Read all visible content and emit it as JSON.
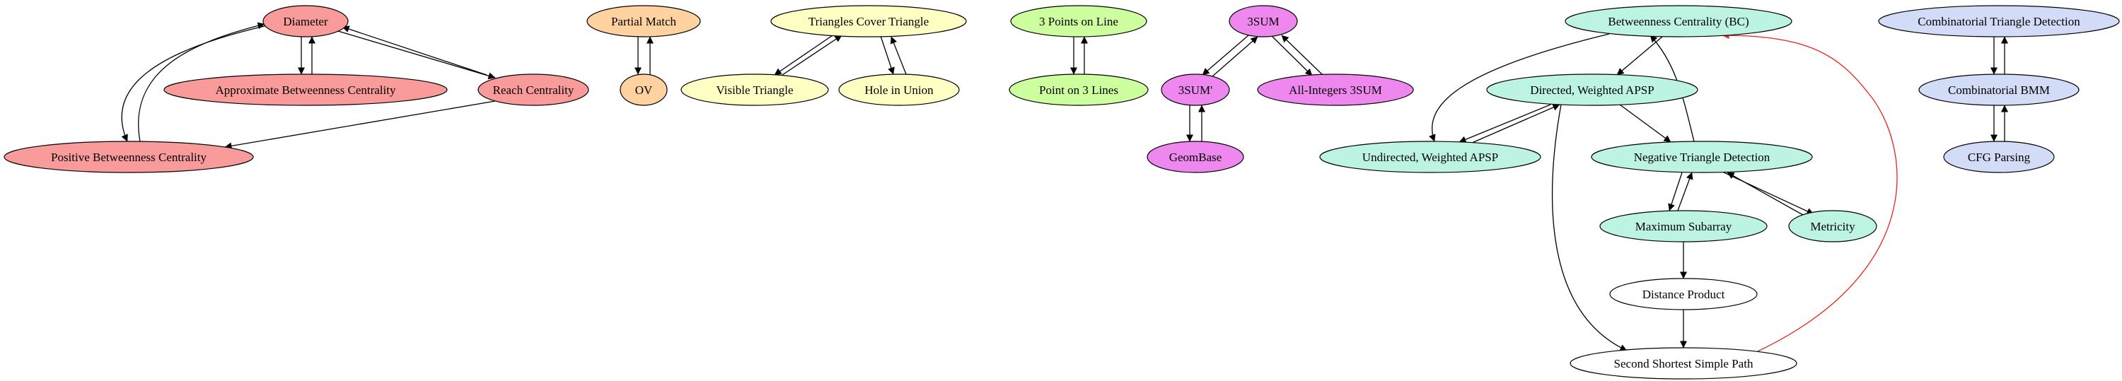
{
  "colors": {
    "red": "#fa9b9b",
    "orange": "#ffd2a0",
    "yellow": "#ffffc4",
    "green": "#cdff9f",
    "magenta": "#ee88ee",
    "teal": "#bdf3e3",
    "blue": "#d2dcf6",
    "white": "#ffffff",
    "edge": "#000000",
    "highlight_edge": "#e5271c"
  },
  "nodes": [
    {
      "id": "diameter",
      "label": "Diameter",
      "color": "red"
    },
    {
      "id": "approx_bc",
      "label": "Approximate Betweenness Centrality",
      "color": "red"
    },
    {
      "id": "reach",
      "label": "Reach Centrality",
      "color": "red"
    },
    {
      "id": "pos_bc",
      "label": "Positive Betweenness Centrality",
      "color": "red"
    },
    {
      "id": "partial_match",
      "label": "Partial Match",
      "color": "orange"
    },
    {
      "id": "ov",
      "label": "OV",
      "color": "orange"
    },
    {
      "id": "tri_cover",
      "label": "Triangles Cover Triangle",
      "color": "yellow"
    },
    {
      "id": "visible_tri",
      "label": "Visible Triangle",
      "color": "yellow"
    },
    {
      "id": "hole_union",
      "label": "Hole in Union",
      "color": "yellow"
    },
    {
      "id": "three_points",
      "label": "3 Points on Line",
      "color": "green"
    },
    {
      "id": "point_three_lines",
      "label": "Point on 3 Lines",
      "color": "green"
    },
    {
      "id": "threesum",
      "label": "3SUM",
      "color": "magenta"
    },
    {
      "id": "threesum_prime",
      "label": "3SUM'",
      "color": "magenta"
    },
    {
      "id": "all_int_3sum",
      "label": "All-Integers 3SUM",
      "color": "magenta"
    },
    {
      "id": "geombase",
      "label": "GeomBase",
      "color": "magenta"
    },
    {
      "id": "bc",
      "label": "Betweenness Centrality (BC)",
      "color": "teal"
    },
    {
      "id": "dir_apsp",
      "label": "Directed, Weighted APSP",
      "color": "teal"
    },
    {
      "id": "undir_apsp",
      "label": "Undirected, Weighted APSP",
      "color": "teal"
    },
    {
      "id": "neg_tri",
      "label": "Negative Triangle Detection",
      "color": "teal"
    },
    {
      "id": "max_subarray",
      "label": "Maximum Subarray",
      "color": "teal"
    },
    {
      "id": "metricity",
      "label": "Metricity",
      "color": "teal"
    },
    {
      "id": "dist_product",
      "label": "Distance Product",
      "color": "white"
    },
    {
      "id": "second_ssp",
      "label": "Second Shortest Simple Path",
      "color": "white"
    },
    {
      "id": "comb_tri",
      "label": "Combinatorial Triangle Detection",
      "color": "blue"
    },
    {
      "id": "comb_bmm",
      "label": "Combinatorial BMM",
      "color": "blue"
    },
    {
      "id": "cfg",
      "label": "CFG Parsing",
      "color": "blue"
    }
  ],
  "edges": [
    {
      "from": "diameter",
      "to": "approx_bc"
    },
    {
      "from": "approx_bc",
      "to": "diameter"
    },
    {
      "from": "diameter",
      "to": "reach"
    },
    {
      "from": "reach",
      "to": "diameter"
    },
    {
      "from": "diameter",
      "to": "pos_bc"
    },
    {
      "from": "pos_bc",
      "to": "diameter"
    },
    {
      "from": "reach",
      "to": "pos_bc"
    },
    {
      "from": "partial_match",
      "to": "ov"
    },
    {
      "from": "ov",
      "to": "partial_match"
    },
    {
      "from": "tri_cover",
      "to": "visible_tri"
    },
    {
      "from": "visible_tri",
      "to": "tri_cover"
    },
    {
      "from": "tri_cover",
      "to": "hole_union"
    },
    {
      "from": "hole_union",
      "to": "tri_cover"
    },
    {
      "from": "three_points",
      "to": "point_three_lines"
    },
    {
      "from": "point_three_lines",
      "to": "three_points"
    },
    {
      "from": "threesum",
      "to": "threesum_prime"
    },
    {
      "from": "threesum_prime",
      "to": "threesum"
    },
    {
      "from": "threesum",
      "to": "all_int_3sum"
    },
    {
      "from": "all_int_3sum",
      "to": "threesum"
    },
    {
      "from": "threesum_prime",
      "to": "geombase"
    },
    {
      "from": "geombase",
      "to": "threesum_prime"
    },
    {
      "from": "bc",
      "to": "dir_apsp"
    },
    {
      "from": "bc",
      "to": "undir_apsp"
    },
    {
      "from": "dir_apsp",
      "to": "undir_apsp"
    },
    {
      "from": "undir_apsp",
      "to": "dir_apsp"
    },
    {
      "from": "dir_apsp",
      "to": "neg_tri"
    },
    {
      "from": "neg_tri",
      "to": "bc"
    },
    {
      "from": "dir_apsp",
      "to": "second_ssp"
    },
    {
      "from": "neg_tri",
      "to": "max_subarray"
    },
    {
      "from": "max_subarray",
      "to": "neg_tri"
    },
    {
      "from": "neg_tri",
      "to": "metricity"
    },
    {
      "from": "metricity",
      "to": "neg_tri"
    },
    {
      "from": "max_subarray",
      "to": "dist_product"
    },
    {
      "from": "dist_product",
      "to": "second_ssp"
    },
    {
      "from": "second_ssp",
      "to": "bc",
      "highlight": true
    },
    {
      "from": "comb_tri",
      "to": "comb_bmm"
    },
    {
      "from": "comb_bmm",
      "to": "comb_tri"
    },
    {
      "from": "comb_bmm",
      "to": "cfg"
    },
    {
      "from": "cfg",
      "to": "comb_bmm"
    }
  ]
}
